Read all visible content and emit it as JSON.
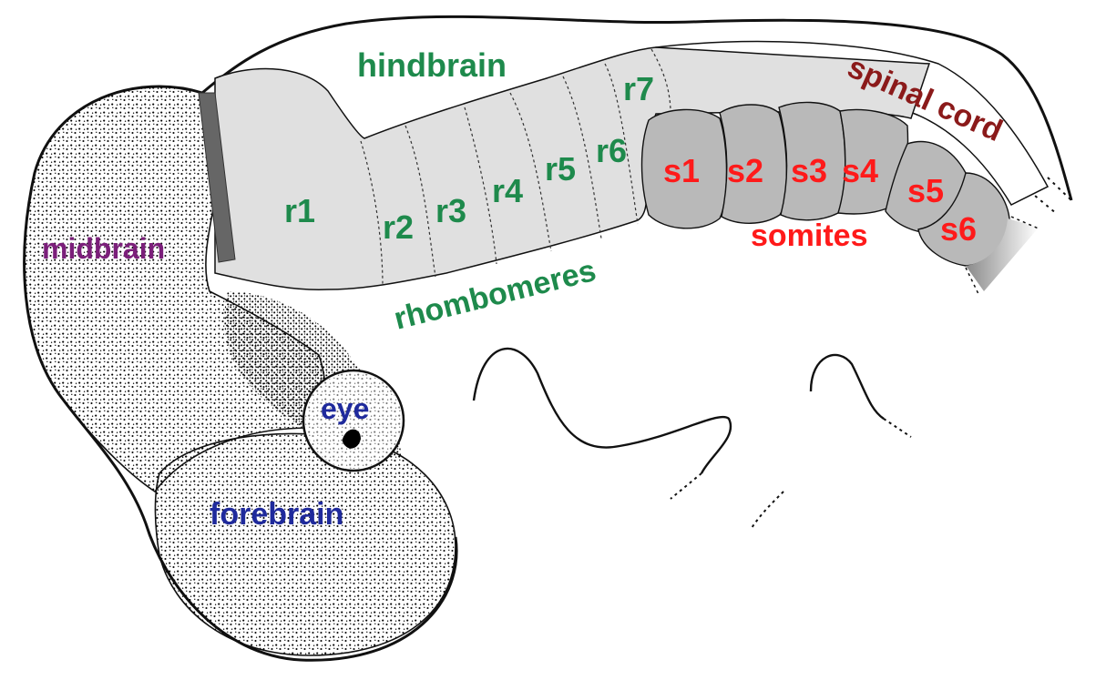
{
  "labels": {
    "hindbrain": "hindbrain",
    "midbrain": "midbrain",
    "forebrain": "forebrain",
    "eye": "eye",
    "rhombomeres": "rhombomeres",
    "spinal_cord": "spinal cord",
    "somites": "somites"
  },
  "rhombomeres": [
    "r1",
    "r2",
    "r3",
    "r4",
    "r5",
    "r6",
    "r7"
  ],
  "somite_labels": [
    "s1",
    "s2",
    "s3",
    "s4",
    "s5",
    "s6"
  ],
  "colors": {
    "hindbrain_label": "#1e8a4c",
    "rhombomere_label": "#1e8a4c",
    "midbrain_label": "#7b1f7a",
    "forebrain_label": "#1f2a9c",
    "eye_label": "#1f2a9c",
    "spinal_cord_label": "#8b1a1a",
    "somite_label": "#ff1a1a",
    "rhombomere_fill": "#e0e0e0",
    "somite_fill": "#b9b9b9",
    "outline": "#111111"
  }
}
